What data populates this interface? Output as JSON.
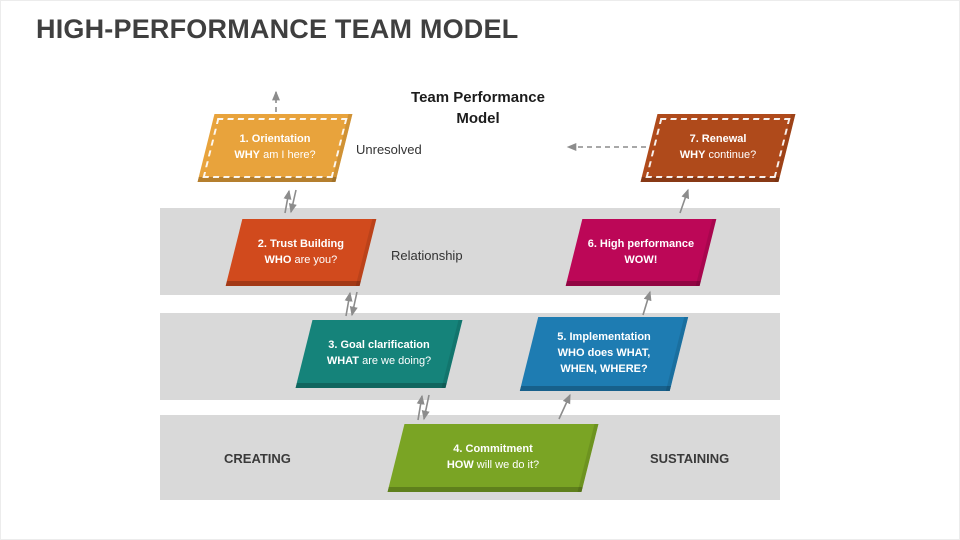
{
  "slide": {
    "title": "HIGH-PERFORMANCE TEAM MODEL",
    "diagram_title": "Team Performance\nModel"
  },
  "labels": {
    "unresolved": "Unresolved",
    "relationship": "Relationship",
    "creating": "CREATING",
    "sustaining": "SUSTAINING"
  },
  "colors": {
    "band": "#d9d9d9",
    "arrow": "#8c8c8c",
    "slide_title_text": "#3f3f3f"
  },
  "boxes": [
    {
      "title": "1. Orientation",
      "sub_strong": "WHY",
      "sub_rest": " am I here?",
      "color": "#E8A33C",
      "border": "dashed"
    },
    {
      "title": "2. Trust Building",
      "sub_strong": "WHO",
      "sub_rest": " are you?",
      "color": "#D14A1D",
      "border": "solid"
    },
    {
      "title": "3. Goal clarification",
      "sub_strong": "WHAT",
      "sub_rest": " are we doing?",
      "color": "#15837A",
      "border": "solid"
    },
    {
      "title": "4. Commitment",
      "sub_strong": "HOW",
      "sub_rest": " will we do it?",
      "color": "#7AA424",
      "border": "solid"
    },
    {
      "title": "5. Implementation",
      "sub_strong": "WHO does WHAT,\nWHEN, WHERE?",
      "sub_rest": "",
      "color": "#1E7CB2",
      "border": "solid"
    },
    {
      "title": "6. High performance",
      "sub_strong": "WOW!",
      "sub_rest": "",
      "color": "#BC0757",
      "border": "solid"
    },
    {
      "title": "7. Renewal",
      "sub_strong": "WHY",
      "sub_rest": " continue?",
      "color": "#AF4A1B",
      "border": "dashed"
    }
  ]
}
